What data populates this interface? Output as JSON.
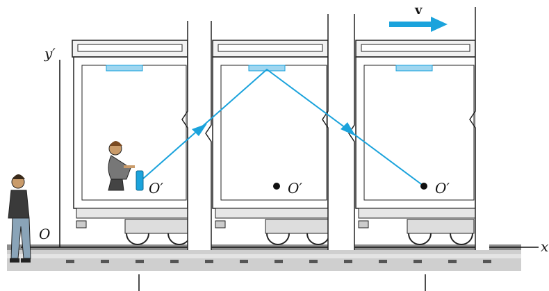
{
  "labels": {
    "velocity": "v",
    "y_axis": "y′",
    "origin": "O",
    "x_axis": "x",
    "moving_origin_1": "O′",
    "moving_origin_2": "O′",
    "moving_origin_3": "O′"
  },
  "colors": {
    "light_beam": "#1ba3dc",
    "car_outline": "#222222",
    "car_fill": "#ffffff",
    "car_shade": "#d9d9d9",
    "rail": "#9a9a9a"
  },
  "icons": {
    "velocity_arrow": "arrow-right-icon",
    "observer_ground": "standing-person-icon",
    "observer_train": "crouching-person-icon",
    "light_source": "flashlight-icon"
  }
}
